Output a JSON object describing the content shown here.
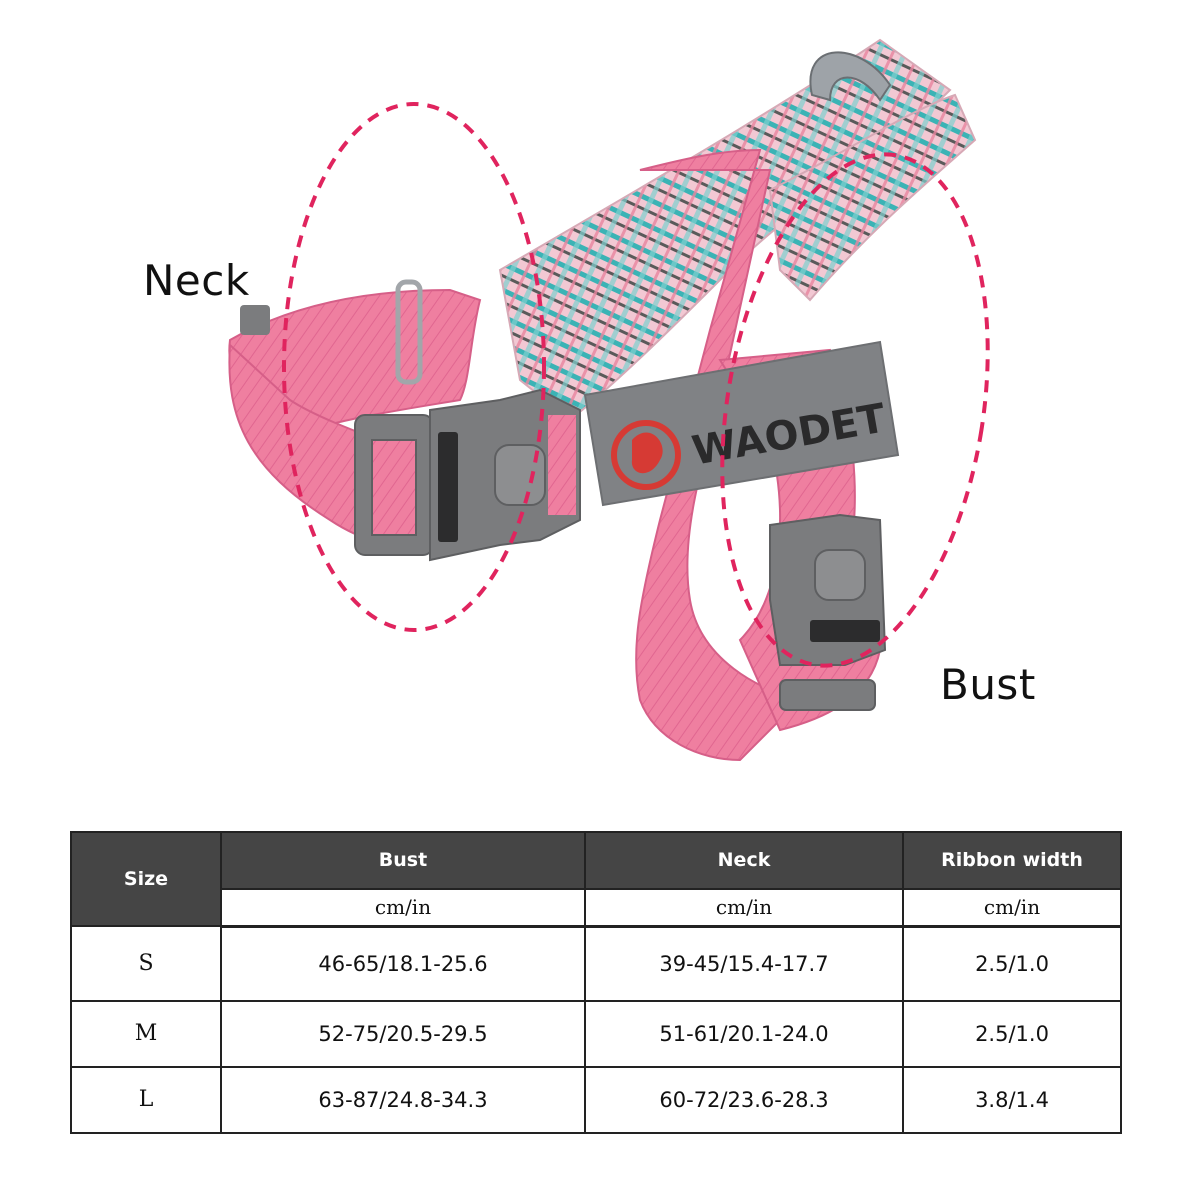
{
  "callouts": {
    "neck": "Neck",
    "bust": "Bust"
  },
  "brand": {
    "logo_text": "WAODET"
  },
  "colors": {
    "webbing": "#ef7fa0",
    "plaid_teal": "#3bb3b5",
    "buckle": "#7b7c7e",
    "dash": "#e0245e",
    "header_bg": "#454545"
  },
  "table": {
    "size_header": "Size",
    "columns": [
      {
        "name": "Bust",
        "unit": "cm/in"
      },
      {
        "name": "Neck",
        "unit": "cm/in"
      },
      {
        "name": "Ribbon width",
        "unit": "cm/in"
      }
    ],
    "rows": [
      {
        "size": "S",
        "bust": "46-65/18.1-25.6",
        "neck": "39-45/15.4-17.7",
        "ribbon": "2.5/1.0"
      },
      {
        "size": "M",
        "bust": "52-75/20.5-29.5",
        "neck": "51-61/20.1-24.0",
        "ribbon": "2.5/1.0"
      },
      {
        "size": "L",
        "bust": "63-87/24.8-34.3",
        "neck": "60-72/23.6-28.3",
        "ribbon": "3.8/1.4"
      }
    ]
  }
}
